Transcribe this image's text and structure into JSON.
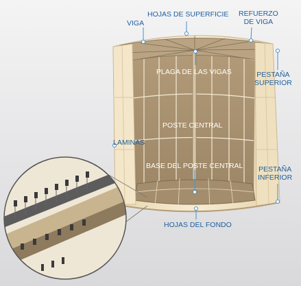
{
  "labels": {
    "hojas_superficie": "HOJAS DE SUPERFICIE",
    "viga": "VIGA",
    "refuerzo_line1": "REFUERZO",
    "refuerzo_line2": "DE VIGA",
    "plaga": "PLAGA DE LAS VIGAS",
    "pestana_sup_line1": "PESTAÑA",
    "pestana_sup_line2": "SUPERIOR",
    "poste_central": "POSTE CENTRAL",
    "laminas": "LAMINAS",
    "base_poste": "BASE DEL POSTE CENTRAL",
    "pestana_inf_line1": "PESTAÑA",
    "pestana_inf_line2": "INFERIOR",
    "hojas_fondo": "HOJAS DEL FONDO"
  },
  "colors": {
    "label_text": "#1d5e9c",
    "wall": "#f1e3c2",
    "wood": "#b9a383",
    "wood_dark": "#8c7a60",
    "background": "#e9e9ea",
    "callout_line": "#4a8ec9"
  }
}
